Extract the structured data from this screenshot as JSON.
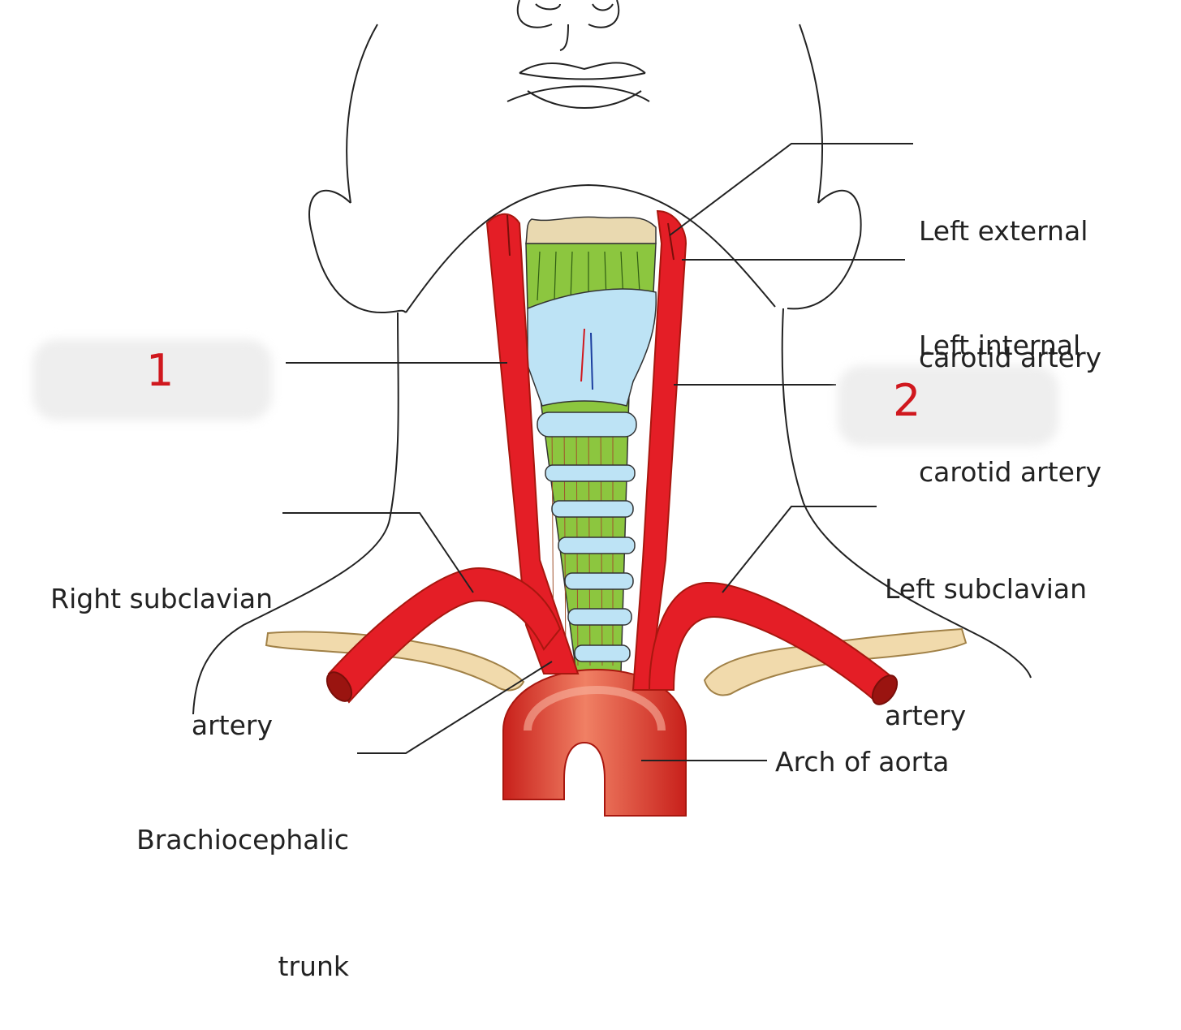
{
  "labels": {
    "left_external_carotid": [
      "Left external",
      "carotid artery"
    ],
    "left_internal_carotid": [
      "Left internal",
      "carotid artery"
    ],
    "right_subclavian": [
      "Right subclavian",
      "artery"
    ],
    "left_subclavian": [
      "Left subclavian",
      "artery"
    ],
    "brachiocephalic": [
      "Brachiocephalic",
      "trunk"
    ],
    "arch_of_aorta": "Arch of aorta",
    "marker_1": "1",
    "marker_2": "2"
  },
  "colors": {
    "artery": "#e41e26",
    "aorta": "#e23b2c",
    "thyroid_cartilage": "#8cc63f",
    "cricoid": "#bde3f5",
    "hyoid": "#e9d9b0",
    "clavicle": "#f1d9a8",
    "outline": "#222222",
    "marker": "#d0181e"
  }
}
